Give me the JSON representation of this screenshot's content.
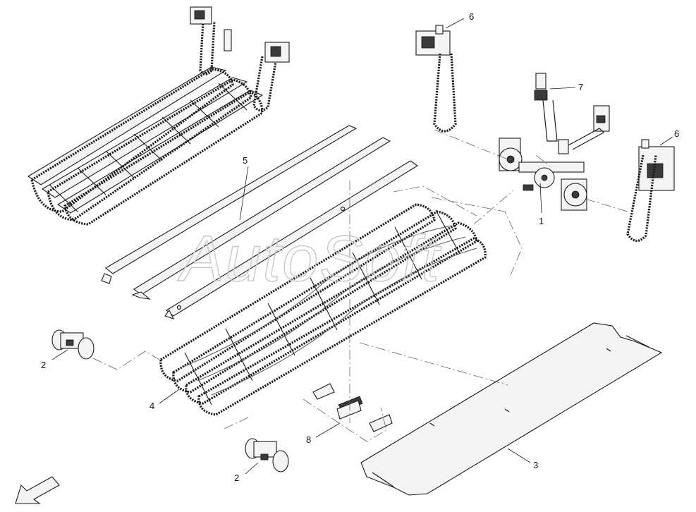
{
  "diagram": {
    "watermark": "AutoSoft",
    "callouts": {
      "c1": "1",
      "c2a": "2",
      "c2b": "2",
      "c3": "3",
      "c4": "4",
      "c5": "5",
      "c6a": "6",
      "c6b": "6",
      "c7": "7",
      "c8": "8"
    }
  }
}
